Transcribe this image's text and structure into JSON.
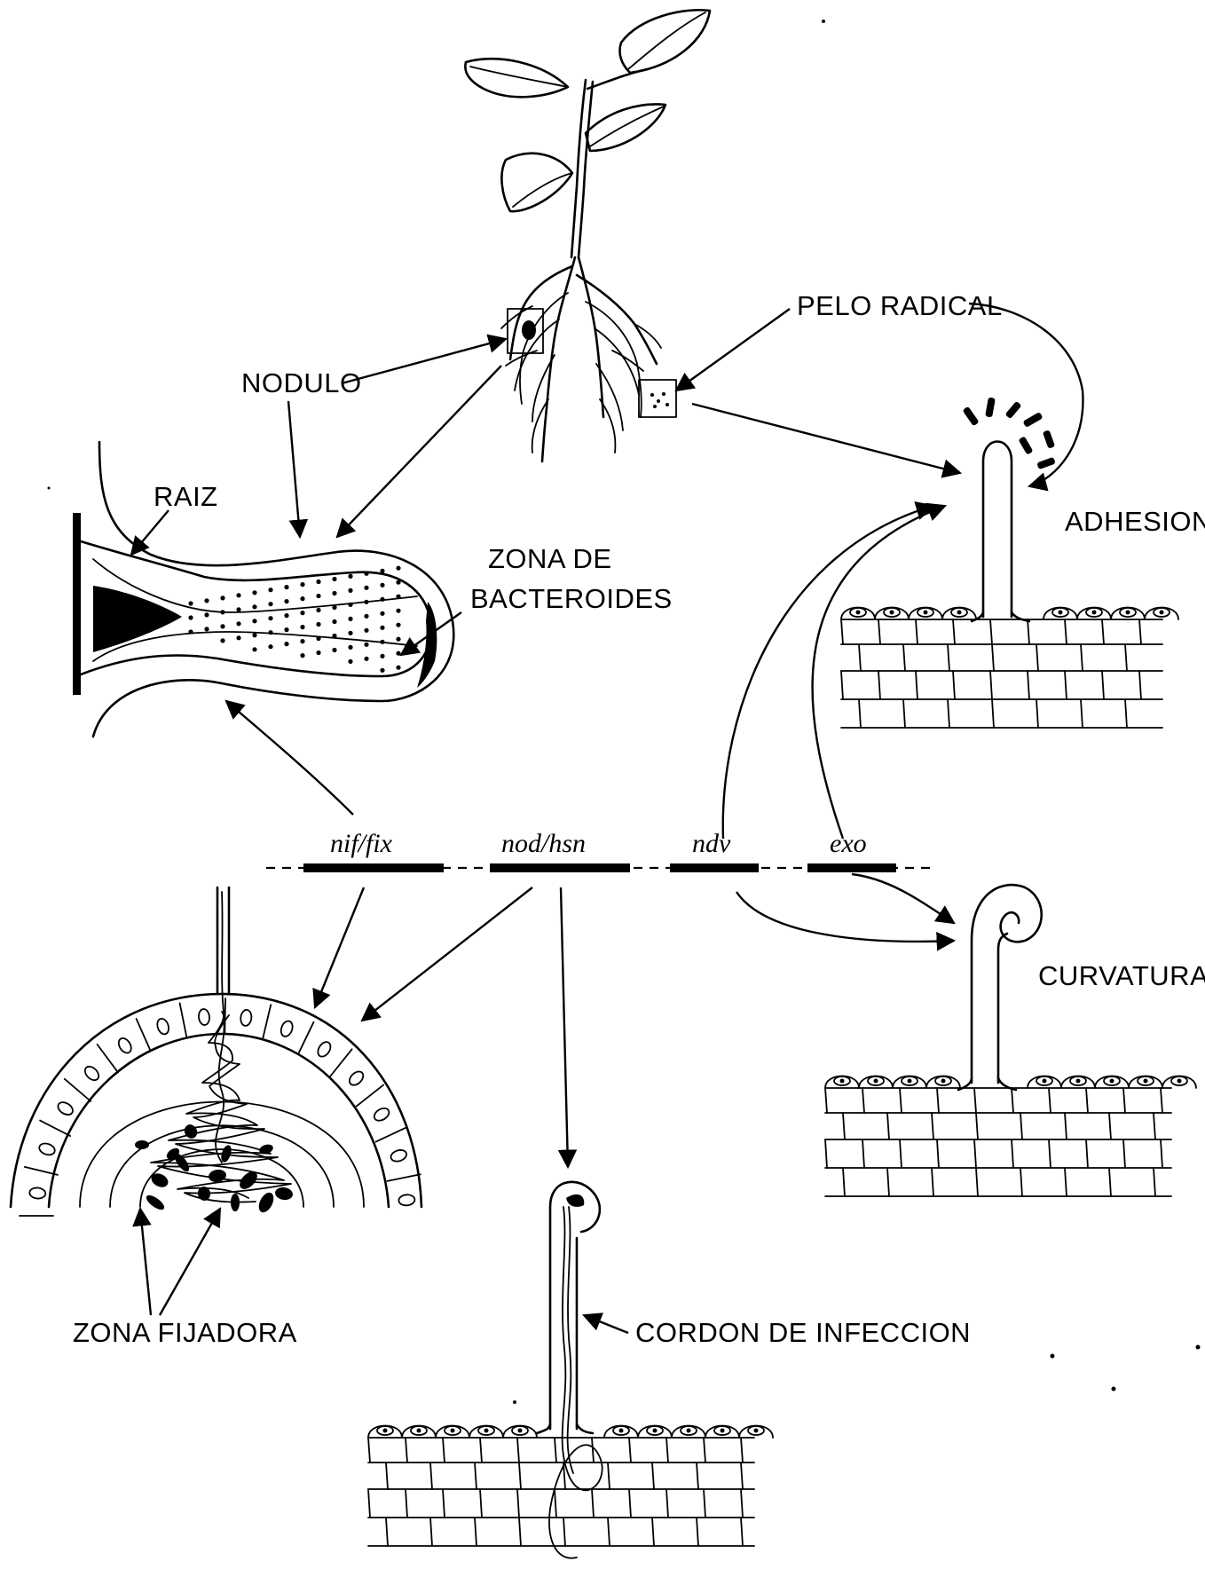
{
  "labels": {
    "pelo_radical": "PELO RADICAL",
    "nodulo": "NODULO",
    "raiz": "RAIZ",
    "zona_de": "ZONA  DE",
    "bacteroides": "BACTEROIDES",
    "adhesion": "ADHESION",
    "curvatura": "CURVATURA",
    "zona_fijadora": "ZONA FIJADORA",
    "cordon_de_infeccion": "CORDON DE INFECCION"
  },
  "genes": {
    "nif_fix": "nif/fix",
    "nod_hsn": "nod/hsn",
    "ndv": "ndv",
    "exo": "exo"
  }
}
